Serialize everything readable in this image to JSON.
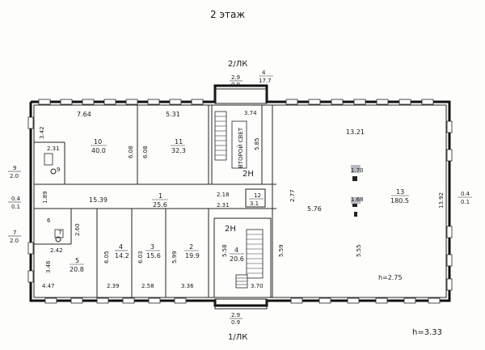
{
  "header": {
    "title": "2 этаж",
    "ceiling_height": "h=3.33"
  },
  "entrances": {
    "top": {
      "label": "2/ЛК",
      "dim_num": "2.9",
      "dim_den": "0.9",
      "room_num": "4",
      "room_area": "17.7"
    },
    "bottom": {
      "label": "1/ЛК",
      "dim_num": "2.9",
      "dim_den": "0.9"
    }
  },
  "rooms": [
    {
      "num": "10",
      "area": "40.0"
    },
    {
      "num": "11",
      "area": "32.3"
    },
    {
      "num": "1",
      "area": "25.6"
    },
    {
      "num": "13",
      "area": "180.5"
    },
    {
      "num": "4",
      "area": "14.2"
    },
    {
      "num": "3",
      "area": "15.6"
    },
    {
      "num": "2",
      "area": "19.9"
    },
    {
      "num": "4",
      "area": "20.6"
    },
    {
      "num": "5",
      "area": "20.8"
    },
    {
      "num": "9",
      "area": ""
    },
    {
      "num": "7",
      "area": ""
    },
    {
      "num": "6",
      "area": ""
    },
    {
      "num": "12",
      "area": "3.1"
    }
  ],
  "labels": {
    "stair_upper_letter": "2Н",
    "stair_lower_letter": "2Н",
    "second_light": "ВТОРОЙ СВЕТ",
    "hall_height": "h=2.75",
    "left_upper_num": "9",
    "left_upper_den": "2.0",
    "left_mid_num": "0.4",
    "left_mid_den": "0.1",
    "left_lower_num": "7",
    "left_lower_den": "2.0",
    "right_mid_num": "0.4",
    "right_mid_den": "0.1",
    "col_upper": "1.70",
    "col_lower": "1.68",
    "small_9": "9",
    "small_7": "7",
    "small_6": "6"
  },
  "dims": {
    "d_764": "7.64",
    "d_531": "5.31",
    "d_342": "3.42",
    "d_608a": "6.08",
    "d_608b": "6.08",
    "d_231": "2.31",
    "d_189": "1.89",
    "d_1539": "15.39",
    "d_218": "2.18",
    "d_231b": "2.31",
    "d_374": "3.74",
    "d_585": "5.85",
    "d_1321": "13.21",
    "d_1392": "13.92",
    "d_277": "2.77",
    "d_576": "5.76",
    "d_555": "5.55",
    "d_559": "5.59",
    "d_558": "5.58",
    "d_370": "3.70",
    "d_242": "2.42",
    "d_260": "2.60",
    "d_346": "3.46",
    "d_447": "4.47",
    "d_605": "6.05",
    "d_603": "6.03",
    "d_599": "5.99",
    "d_239": "2.39",
    "d_258": "2.58",
    "d_336": "3.36"
  }
}
